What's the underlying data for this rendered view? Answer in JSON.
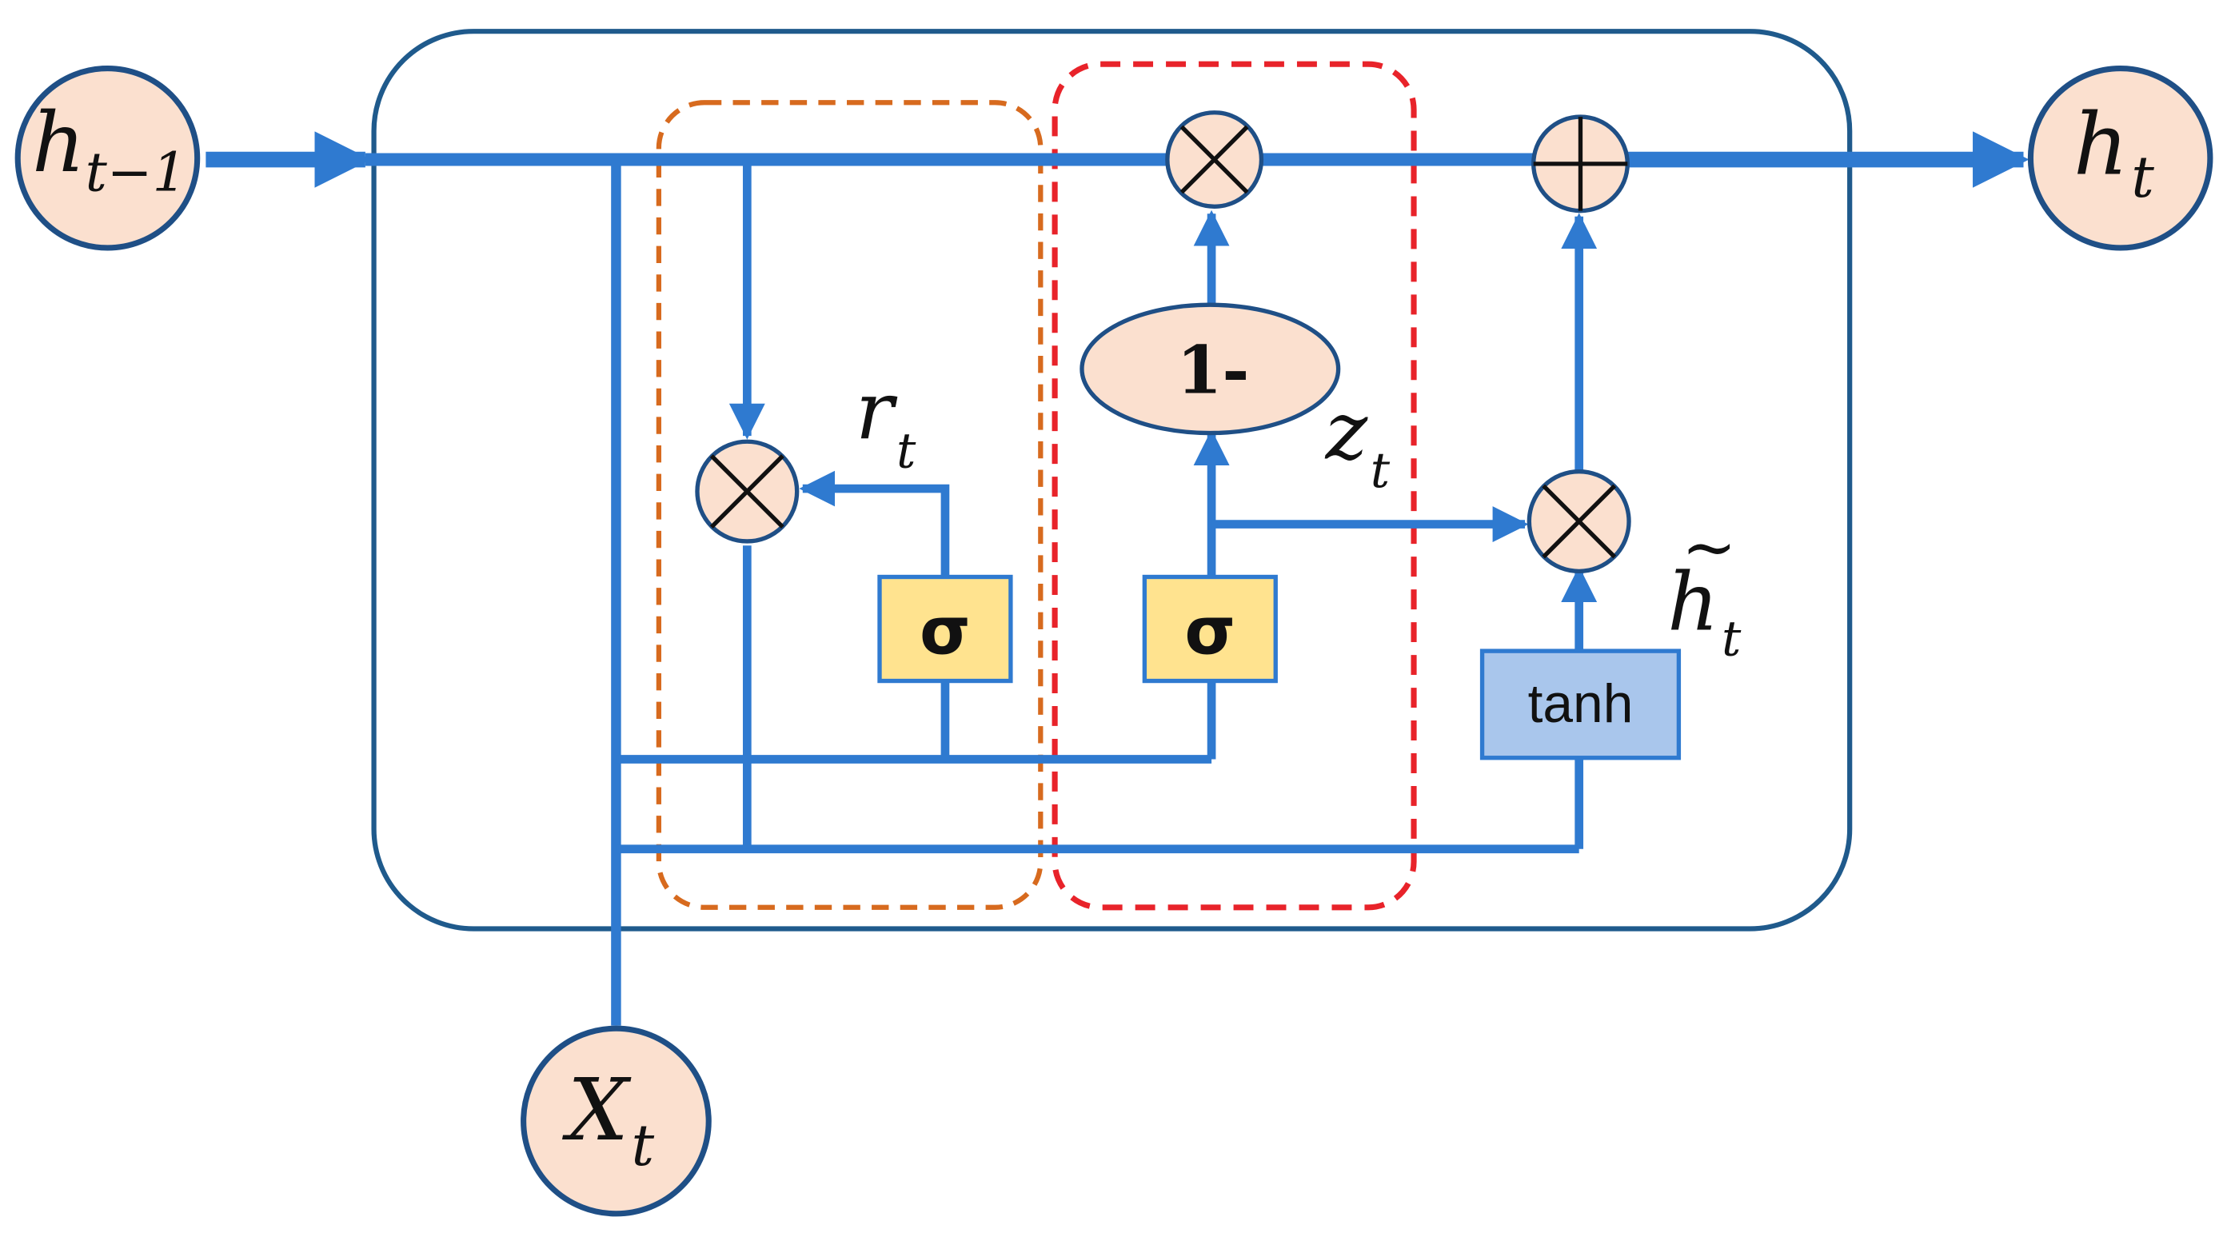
{
  "colors": {
    "wire": "#2f7ad0",
    "cell_border": "#1f5a8c",
    "node_fill": "#fbe0cf",
    "node_border": "#1f4f86",
    "sigma_fill": "#ffe38f",
    "sigma_border": "#2f7ad0",
    "tanh_fill": "#a9c6ec",
    "reset_gate_border": "#d76a1e",
    "update_gate_border": "#e8232a"
  },
  "nodes": {
    "h_prev": {
      "base": "h",
      "sub": "t−1"
    },
    "h_out": {
      "base": "h",
      "sub": "t"
    },
    "x_in": {
      "base": "X",
      "sub": "t"
    }
  },
  "labels": {
    "r": {
      "base": "r",
      "sub": "t"
    },
    "z": {
      "base": "z",
      "sub": "t"
    },
    "h_tilde": {
      "base": "h",
      "sub": "t",
      "accent": "~"
    }
  },
  "ops": {
    "one_minus": "1-",
    "sigma_reset": "σ",
    "sigma_update": "σ",
    "tanh": "tanh"
  },
  "icons": {
    "multiply": "circled-times-icon",
    "add": "circled-plus-icon"
  }
}
